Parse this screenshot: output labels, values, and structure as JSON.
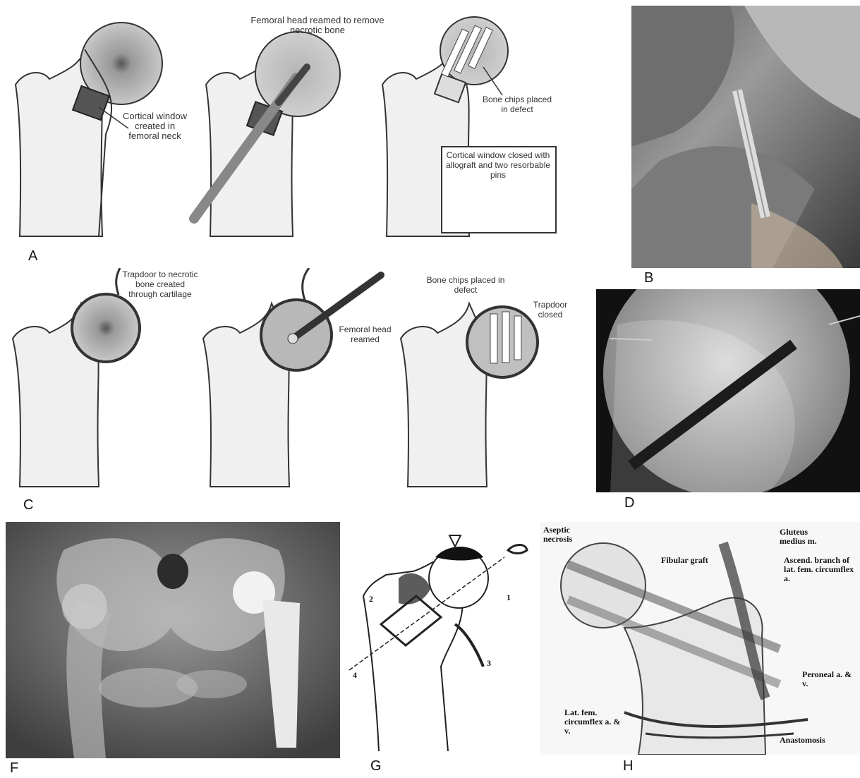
{
  "panels": {
    "A": {
      "letter": "A",
      "title": "Femoral head reamed to remove necrotic bone",
      "cortical_window": "Cortical window created in femoral neck",
      "bone_chips": "Bone chips placed in defect",
      "closed": "Cortical window closed with allograft and two resorbable pins"
    },
    "B": {
      "letter": "B"
    },
    "C": {
      "letter": "C",
      "trapdoor": "Trapdoor to necrotic bone created through cartilage",
      "reamed": "Femoral head reamed",
      "bone_chips": "Bone chips placed in defect",
      "trapdoor_closed": "Trapdoor closed"
    },
    "D": {
      "letter": "D"
    },
    "F": {
      "letter": "F"
    },
    "G": {
      "letter": "G",
      "numbers": [
        "1",
        "2",
        "3",
        "4"
      ]
    },
    "H": {
      "letter": "H",
      "aseptic": "Aseptic necrosis",
      "fibular": "Fibular graft",
      "gluteus": "Gluteus medius m.",
      "ascend": "Ascend. branch of lat. fem. circumflex a.",
      "peroneal": "Peroneal a. & v.",
      "lat_fem": "Lat. fem. circumflex a. & v.",
      "anastomosis": "Anastomosis"
    }
  }
}
